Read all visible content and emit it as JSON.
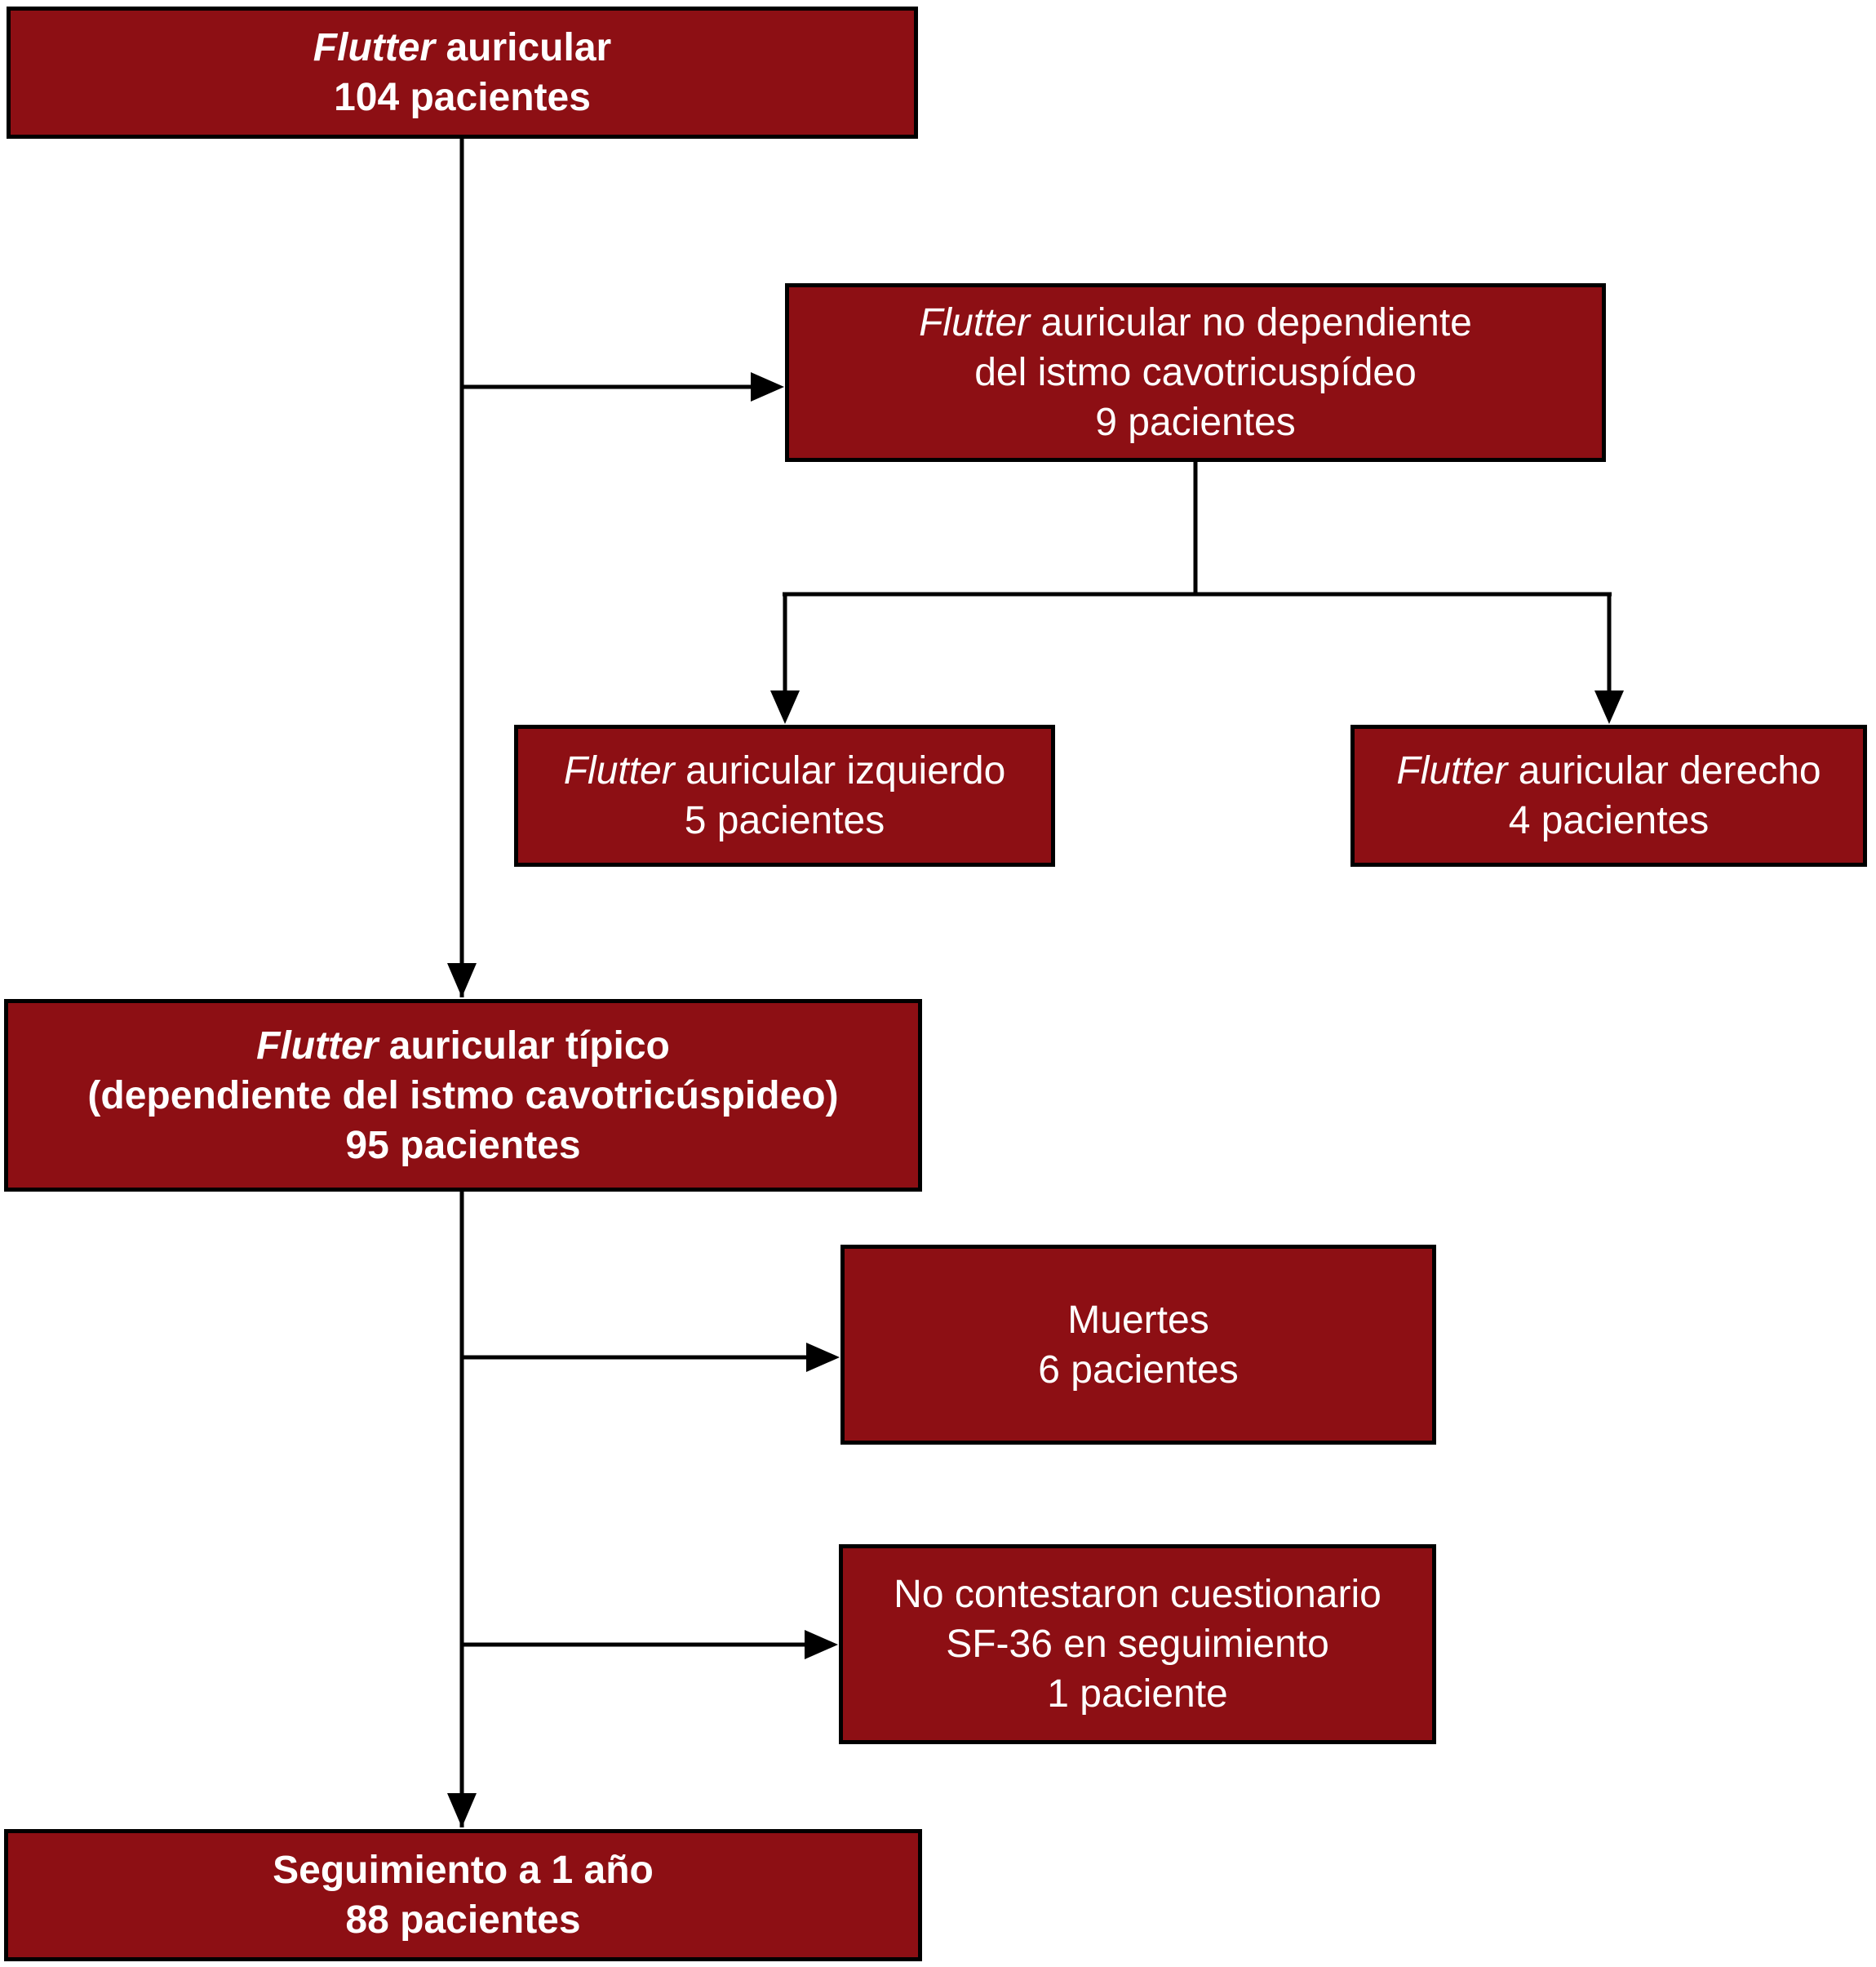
{
  "diagram": {
    "title": "Flow chart of atrial flutter study patients",
    "background": "#ffffff",
    "node_fill": "#8d0f14",
    "node_border": "#000000",
    "node_text_color": "#ffffff",
    "connector_color": "#000000",
    "nodes": {
      "flutter_auricular": {
        "line1_italic": "Flutter",
        "line1_rest": " auricular",
        "line2": "104 pacientes",
        "patients": 104
      },
      "no_dependiente": {
        "line1_italic": "Flutter",
        "line1_rest": " auricular no dependiente",
        "line2": "del istmo cavotricuspídeo",
        "line3": "9 pacientes",
        "patients": 9
      },
      "izquierdo": {
        "line1_italic": "Flutter",
        "line1_rest": " auricular izquierdo",
        "line2": "5 pacientes",
        "patients": 5
      },
      "derecho": {
        "line1_italic": "Flutter",
        "line1_rest": " auricular derecho",
        "line2": "4 pacientes",
        "patients": 4
      },
      "tipico": {
        "line1_italic": "Flutter",
        "line1_rest": " auricular típico",
        "line2": "(dependiente del istmo cavotricúspideo)",
        "line3": "95 pacientes",
        "patients": 95
      },
      "muertes": {
        "line1": "Muertes",
        "line2": "6 pacientes",
        "patients": 6
      },
      "sf36": {
        "line1": "No contestaron cuestionario",
        "line2": "SF-36 en seguimiento",
        "line3": "1 paciente",
        "patients": 1
      },
      "seguimiento": {
        "line1": "Seguimiento a 1 año",
        "line2": "88 pacientes",
        "patients": 88
      }
    }
  }
}
